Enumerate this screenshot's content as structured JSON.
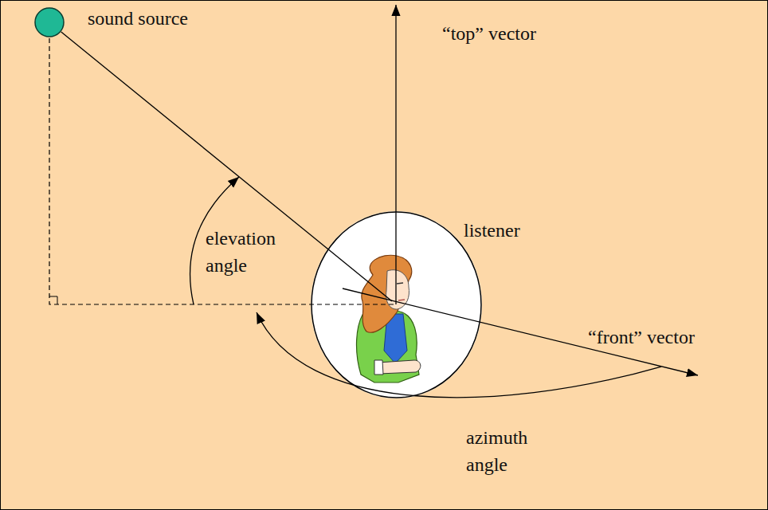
{
  "diagram": {
    "nodes": [
      {
        "text": [
          "sound source"
        ]
      },
      {
        "text": [
          "listener"
        ]
      }
    ],
    "edges": [
      {
        "from": 0,
        "to": 1,
        "arrow": "none"
      }
    ],
    "labels": [
      "“top” vector",
      "elevation angle",
      "“front” vector",
      "azimuth angle"
    ]
  }
}
